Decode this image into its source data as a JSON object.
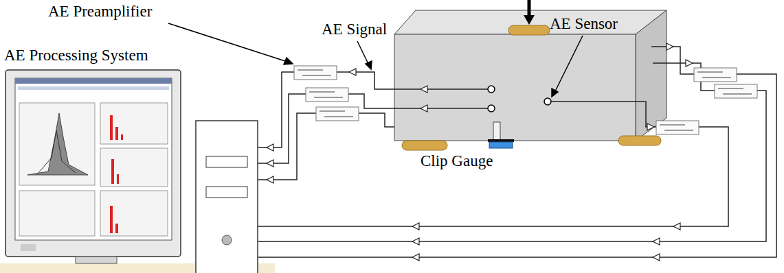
{
  "diagram": {
    "labels": [
      "AE Preamplifier",
      "AE Signal",
      "AE Sensor",
      "AE Processing System",
      "Clip Gauge"
    ]
  }
}
